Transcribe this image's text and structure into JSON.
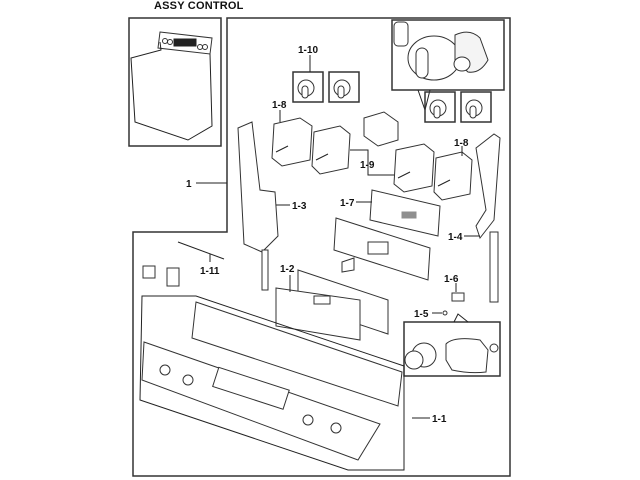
{
  "diagram": {
    "title": "ASSY CONTROL",
    "callouts": {
      "assy": "1",
      "panel": "1-1",
      "pcb_main": "1-2",
      "bracket_left": "1-3",
      "bracket_right": "1-4",
      "lamp": "1-5",
      "lamp_socket": "1-6",
      "pcb_sub": "1-7",
      "switch_left": "1-8",
      "switch_right": "1-8",
      "switch_mid": "1-9",
      "knob_switch": "1-10",
      "rod": "1-11"
    }
  }
}
